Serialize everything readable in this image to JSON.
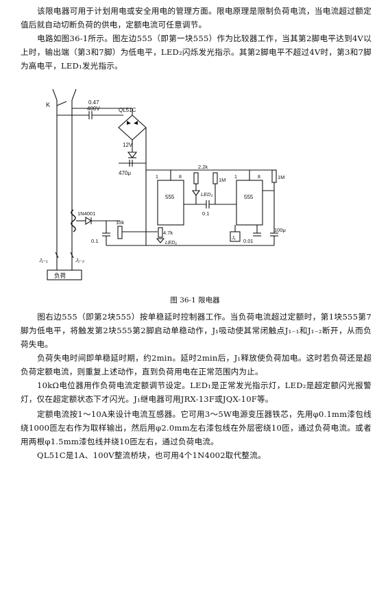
{
  "paragraphs": {
    "p1": "该限电器可用于计划用电或安全用电的管理方面。限电原理是限制负荷电流，当电流超过额定值后就自动切断负荷的供电，定额电流可任意调节。",
    "p2": "电路如图36-1所示。图左边555（即第一块555）作为比较器工作，当其第2脚电平达到4V以上时，输出端（第3和7脚）为低电平，LED₂闪烁发光指示。其第2脚电平不超过4V时，第3和7脚为高电平，LED₁发光指示。",
    "p3": "图右边555（即第2块555）按单稳延时控制器工作。当负荷电流超过定额时，第1块555第7脚为低电平，将触发第2块555第2脚启动单稳动作，J₁吸动使其常闭触点J₁₋₁和J₁₋₂断开，从而负荷失电。",
    "p4": "负荷失电时间即单稳延时期，约2min。延时2min后，J₁释放使负荷加电。这时若负荷还是超负荷定额电流，则重复上述动作，直到负荷用电在正常范围内为止。",
    "p5": "10kΩ电位器用作负荷电流定额调节设定。LED₁是正常发光指示灯，LED₂是超定额闪光报警灯，仅在超定额状态下才闪光。J₁继电器可用JRX-13F或JQX-10F等。",
    "p6": "定额电流按1～10A来设计电流互感器。它可用3～5W电源变压器铁芯，先用φ0.1mm漆包线绕1000匝左右作为取样输出，然后用φ2.0mm左右漆包线在外层密绕10匝，通过负荷电流。或者用两根φ1.5mm漆包线并绕10匝左右，通过负荷电流。",
    "p7": "QL51C是1A、100V整流桥块，也可用4个1N4002取代整流。"
  },
  "figure": {
    "caption": "图 36-1   限电器",
    "labels": {
      "switch_k": "K",
      "cap_value": "0.47",
      "cap_voltage": "400V",
      "bridge": "QL51C",
      "zener": "12V",
      "filter_cap": "470μ",
      "chip_left": "555",
      "chip_right": "555",
      "pin1_left": "1",
      "pin8_left": "8",
      "pin1_right": "1",
      "pin8_right": "8",
      "r_2k2": "2.2k",
      "r_1m_mid": "1M",
      "r_1m_right": "1M",
      "led2": "LED₂",
      "led1": "LED₁",
      "cap_01_mid": "0.1",
      "cap_01_left": "0.1",
      "cap_01_right": "0.01",
      "cap_100u": "100μ",
      "diode": "1N4001",
      "pot_10k": "10k",
      "r_4k7": "4.7k",
      "relay": "J₁",
      "contact1": "J₁₋₁",
      "contact2": "J₁₋₂",
      "load": "负荷"
    }
  }
}
